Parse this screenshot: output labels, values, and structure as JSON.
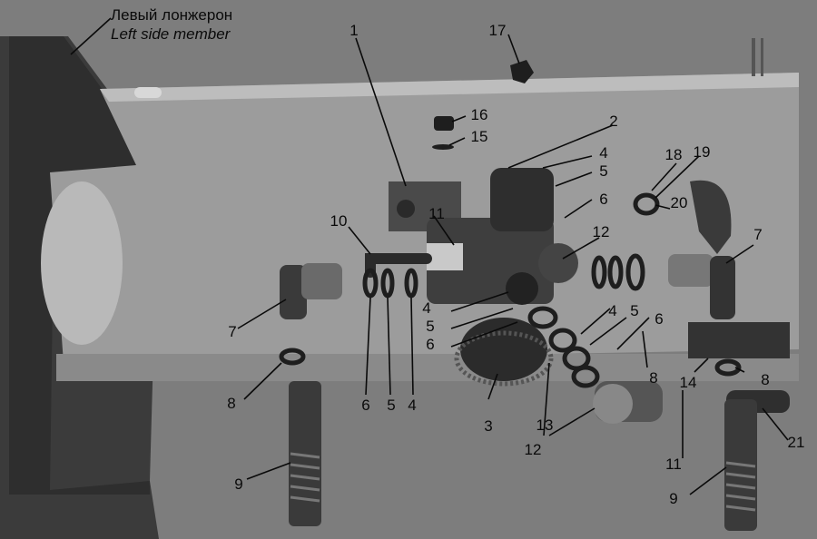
{
  "caption": {
    "ru": "Левый лонжерон",
    "en": "Left side member"
  },
  "callouts": [
    "1",
    "2",
    "3",
    "4",
    "5",
    "6",
    "7",
    "8",
    "9",
    "10",
    "11",
    "12",
    "13",
    "14",
    "15",
    "16",
    "17",
    "18",
    "19",
    "20",
    "21"
  ],
  "callout_labels": [
    {
      "id": "c1",
      "text": "1"
    },
    {
      "id": "c2",
      "text": "2"
    },
    {
      "id": "c3",
      "text": "3"
    },
    {
      "id": "c4a",
      "text": "4"
    },
    {
      "id": "c4b",
      "text": "4"
    },
    {
      "id": "c4c",
      "text": "4"
    },
    {
      "id": "c4d",
      "text": "4"
    },
    {
      "id": "c5a",
      "text": "5"
    },
    {
      "id": "c5b",
      "text": "5"
    },
    {
      "id": "c5c",
      "text": "5"
    },
    {
      "id": "c5d",
      "text": "5"
    },
    {
      "id": "c6a",
      "text": "6"
    },
    {
      "id": "c6b",
      "text": "6"
    },
    {
      "id": "c6c",
      "text": "6"
    },
    {
      "id": "c6d",
      "text": "6"
    },
    {
      "id": "c7a",
      "text": "7"
    },
    {
      "id": "c7b",
      "text": "7"
    },
    {
      "id": "c8a",
      "text": "8"
    },
    {
      "id": "c8b",
      "text": "8"
    },
    {
      "id": "c8c",
      "text": "8"
    },
    {
      "id": "c9a",
      "text": "9"
    },
    {
      "id": "c9b",
      "text": "9"
    },
    {
      "id": "c10",
      "text": "10"
    },
    {
      "id": "c11a",
      "text": "11"
    },
    {
      "id": "c11b",
      "text": "11"
    },
    {
      "id": "c12a",
      "text": "12"
    },
    {
      "id": "c12b",
      "text": "12"
    },
    {
      "id": "c13",
      "text": "13"
    },
    {
      "id": "c14",
      "text": "14"
    },
    {
      "id": "c15",
      "text": "15"
    },
    {
      "id": "c16",
      "text": "16"
    },
    {
      "id": "c17",
      "text": "17"
    },
    {
      "id": "c18",
      "text": "18"
    },
    {
      "id": "c19",
      "text": "19"
    },
    {
      "id": "c20",
      "text": "20"
    },
    {
      "id": "c21",
      "text": "21"
    }
  ],
  "colors": {
    "background": "#7d7d7d",
    "frame": "#3a3a3a",
    "member": "#9a9a9a",
    "ink": "#0a0a0a"
  }
}
